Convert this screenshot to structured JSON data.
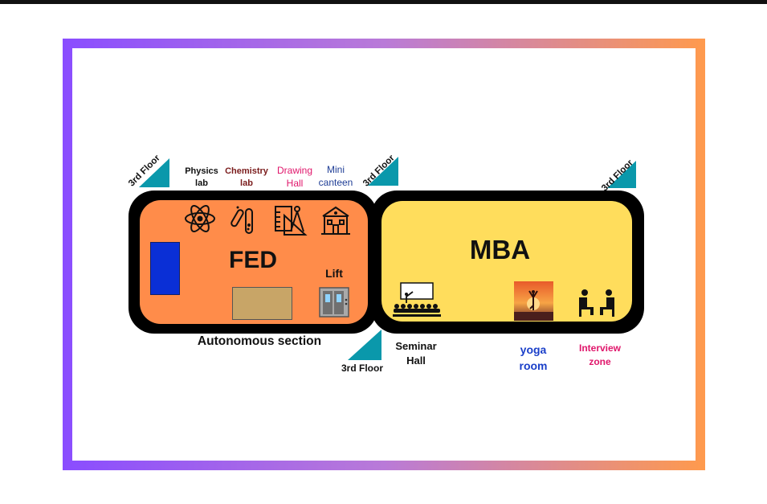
{
  "fed": {
    "title": "FED",
    "section_label": "Autonomous section",
    "lift_label": "Lift",
    "labs": [
      {
        "line1": "Physics",
        "line2": "lab",
        "color": "#111111"
      },
      {
        "line1": "Chemistry",
        "line2": "lab",
        "color": "#7a1c1c"
      },
      {
        "line1": "Drawing",
        "line2": "Hall",
        "color": "#e0166b"
      },
      {
        "line1": "Mini",
        "line2": "canteen",
        "color": "#1f3e96"
      }
    ],
    "color": "#ff8c4a"
  },
  "mba": {
    "title": "MBA",
    "color": "#ffdd5c",
    "seminar": {
      "line1": "Seminar",
      "line2": "Hall",
      "color": "#111111"
    },
    "yoga": {
      "line1": "yoga",
      "line2": "room",
      "color": "#1a3fc9"
    },
    "interview": {
      "line1": "Interview",
      "line2": "zone",
      "color": "#e0166b"
    }
  },
  "floor_markers": [
    "3rd Floor",
    "3rd Floor",
    "3rd Floor",
    "3rd Floor"
  ],
  "colors": {
    "teal": "#0a98ab",
    "frame_left": "#8a4dff",
    "frame_right": "#ff9a4d"
  }
}
